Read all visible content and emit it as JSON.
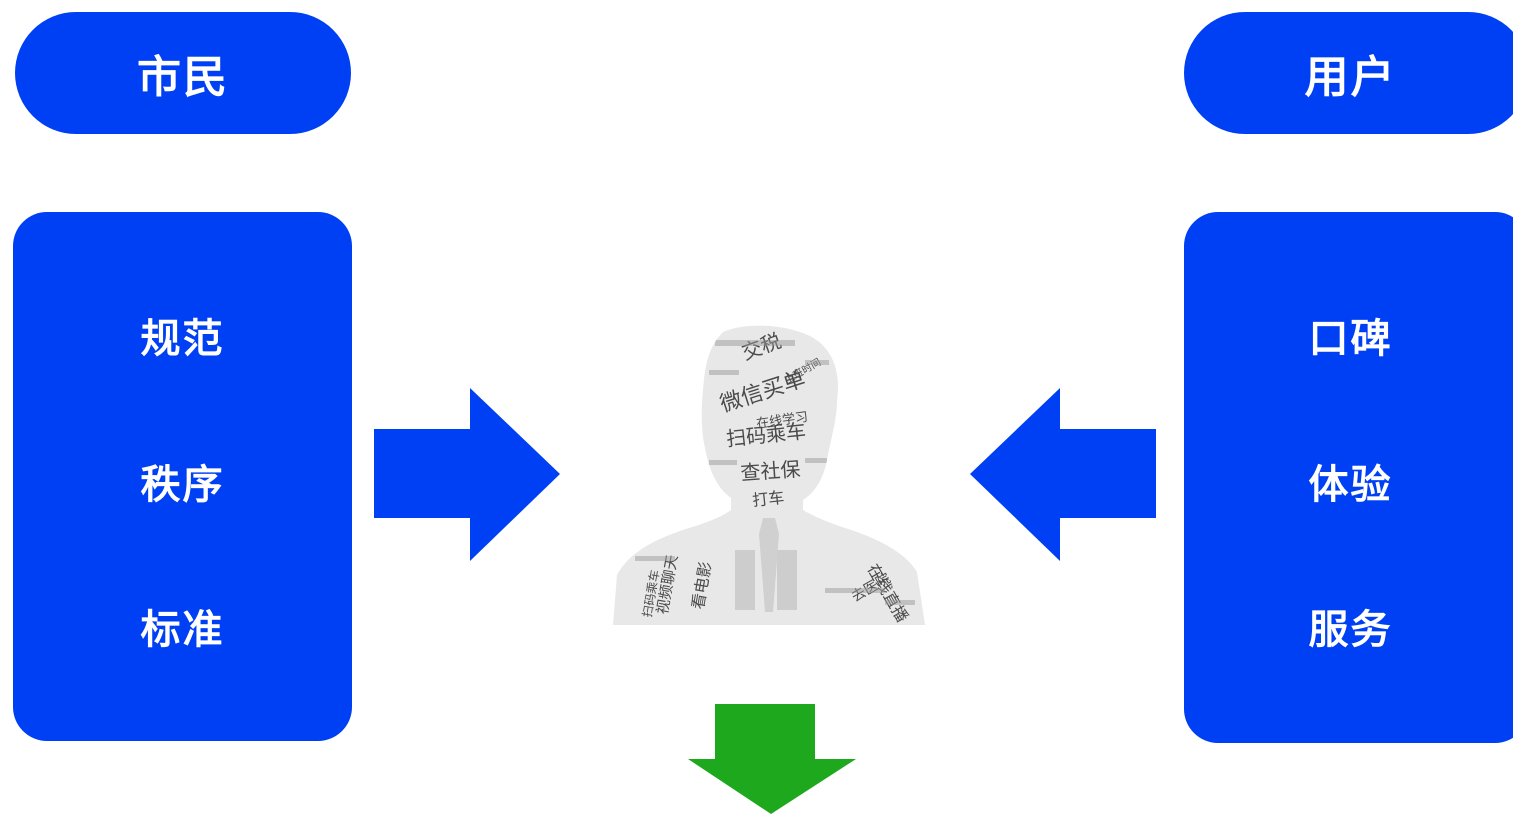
{
  "left_header": "市民",
  "right_header": "用户",
  "left_items": [
    "规范",
    "秩序",
    "标准"
  ],
  "right_items": [
    "口碑",
    "体验",
    "服务"
  ],
  "word_cloud": {
    "words": [
      "交税",
      "微信买单",
      "在线学习",
      "扫码乘车",
      "查社保",
      "打车",
      "看电影",
      "视频聊天",
      "扫码乘车",
      "在线直播",
      "去医院",
      "上班时间"
    ]
  },
  "colors": {
    "panel_blue": "#0040f5",
    "arrow_blue": "#0040f5",
    "arrow_green": "#1ea81e"
  },
  "icons": [
    "arrow-right-icon",
    "arrow-left-icon",
    "arrow-down-icon",
    "person-word-cloud-icon"
  ]
}
